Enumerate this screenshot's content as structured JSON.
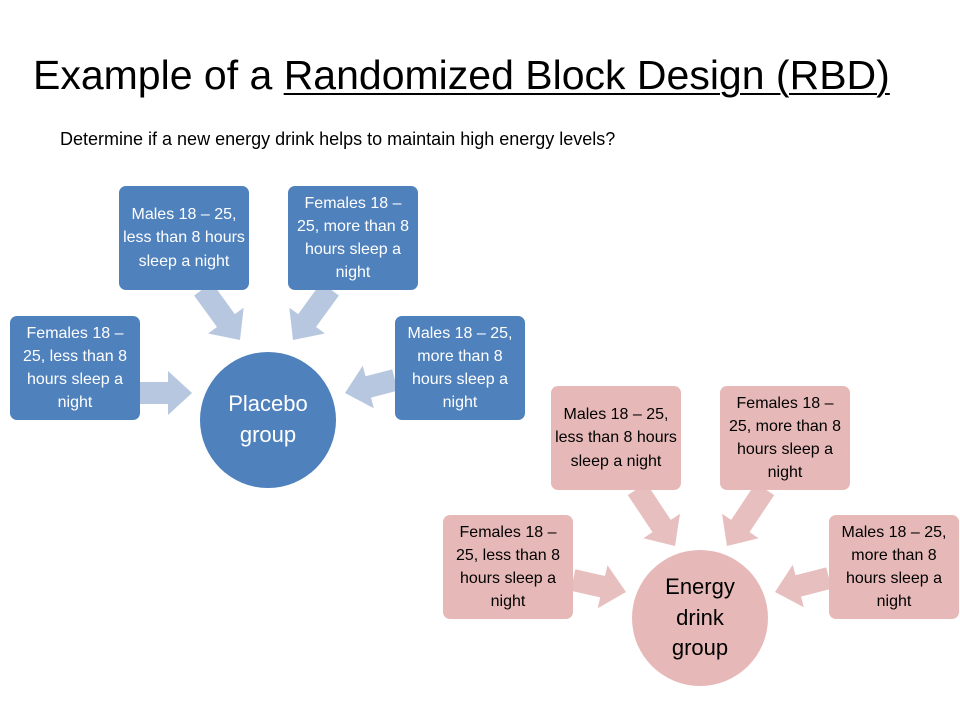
{
  "slide": {
    "title_prefix": "Example of a ",
    "title_link": "Randomized Block Design (RBD)",
    "subtitle": "Determine if a new energy drink helps to maintain high energy levels?"
  },
  "colors": {
    "placebo_fill": "#4f81bd",
    "placebo_arrow": "#b7c7e0",
    "energy_fill": "#e6b9b8",
    "energy_arrow": "#e8bfbf"
  },
  "placebo": {
    "hub": "Placebo group",
    "blocks": [
      "Females 18 – 25, less than 8 hours sleep a night",
      "Males 18 – 25, less than 8 hours sleep a night",
      "Females 18 – 25, more than 8 hours sleep a night",
      "Males 18 – 25, more than 8 hours sleep a night"
    ]
  },
  "energy": {
    "hub": "Energy drink group",
    "blocks": [
      "Females 18 – 25, less than 8 hours sleep a night",
      "Males 18 – 25, less than 8 hours sleep a night",
      "Females 18 – 25, more than 8 hours sleep a night",
      "Males 18 – 25, more than 8 hours sleep a night"
    ]
  }
}
